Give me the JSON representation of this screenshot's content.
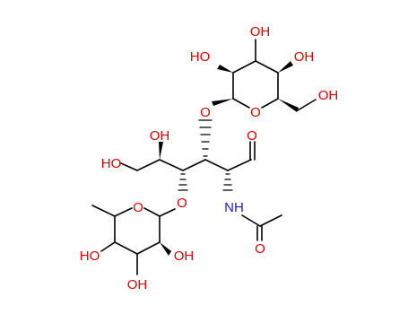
{
  "colors": {
    "oxygen": "#e00000",
    "nitrogen": "#1a1acc",
    "bond": "#000000",
    "background": "#ffffff"
  },
  "atoms": {
    "gal_oh2": "HO",
    "gal_oh3": "OH",
    "gal_oh4": "OH",
    "gal_ch2oh": "OH",
    "gal_ring_o": "O",
    "glycosidic_o_top": "O",
    "aldehyde_o": "O",
    "chain_oh5": "OH",
    "chain_oh6": "HO",
    "glycosidic_o_bottom": "O",
    "amide_n": "NH",
    "acetyl_o": "O",
    "fuc_ring_o": "O",
    "fuc_oh4": "HO",
    "fuc_oh3": "OH",
    "fuc_oh2": "OH"
  }
}
